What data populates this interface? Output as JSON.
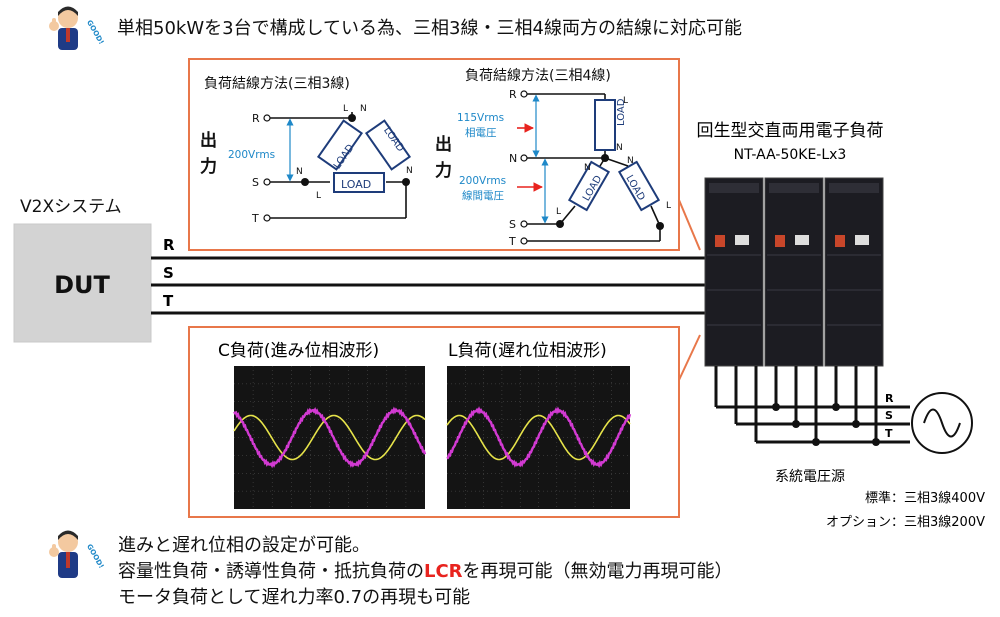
{
  "header": {
    "text": "単相50kWを3台で構成している為、三相3線・三相4線両方の結線に対応可能",
    "mascot_icon": "thumbs-up-mascot-icon",
    "badge_text": "GOOD!"
  },
  "dut": {
    "system_label": "V2Xシステム",
    "box_label": "DUT",
    "line_labels": [
      "R",
      "S",
      "T"
    ]
  },
  "wiring_3wire": {
    "title": "負荷結線方法(三相3線)",
    "output_label": "出力",
    "terminals": [
      "R",
      "S",
      "T"
    ],
    "node_labels": {
      "L": "L",
      "N": "N"
    },
    "voltage_label": "200Vrms",
    "load_label": "LOAD"
  },
  "wiring_4wire": {
    "title": "負荷結線方法(三相4線)",
    "output_label": "出力",
    "terminals": [
      "R",
      "N",
      "S",
      "T"
    ],
    "phase_voltage": "115Vrms",
    "phase_voltage_desc": "相電圧",
    "line_voltage": "200Vrms",
    "line_voltage_desc": "線間電圧",
    "load_label": "LOAD"
  },
  "device": {
    "title": "回生型交直両用電子負荷",
    "model": "NT-AA-50KE-Lx3"
  },
  "waveforms": {
    "c_load_title": "C負荷(進み位相波形)",
    "l_load_title": "L負荷(遅れ位相波形)"
  },
  "grid": {
    "title": "系統電圧源",
    "standard_label": "標準：三相3線400V",
    "option_label": "オプション：三相3線200V",
    "line_labels": [
      "R",
      "S",
      "T"
    ]
  },
  "footer": {
    "line1": "進みと遅れ位相の設定が可能。",
    "line2_pre": "容量性負荷・誘導性負荷・抵抗負荷の",
    "line2_accent": "LCR",
    "line2_post": "を再現可能（無効電力再現可能）",
    "line3": "モータ負荷として遅れ力率0.7の再現も可能"
  },
  "colors": {
    "frame_orange": "#e8774a",
    "accent_red": "#e8231e",
    "voltage_blue": "#1e88c8",
    "load_box": "#1e3c7a",
    "scope_bg": "#141414",
    "wave_yellow": "#e6e34a",
    "wave_magenta": "#d23ad2"
  }
}
